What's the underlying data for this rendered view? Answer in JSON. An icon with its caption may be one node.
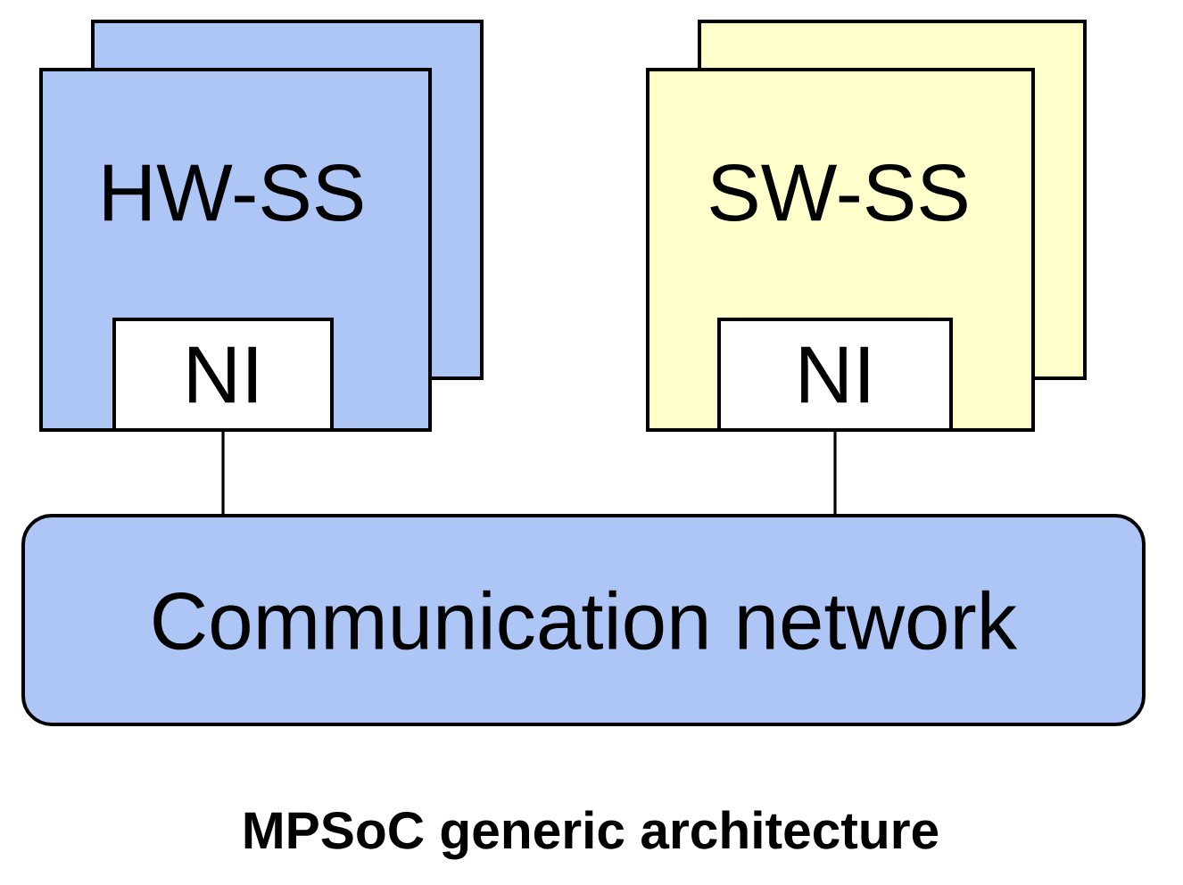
{
  "diagram": {
    "caption": "MPSoC generic architecture",
    "nodes": [
      {
        "text": [
          "HW-SS"
        ]
      },
      {
        "text": [
          "NI"
        ],
        "in": 0
      },
      {
        "text": [
          "SW-SS"
        ]
      },
      {
        "text": [
          "NI"
        ],
        "in": 2
      },
      {
        "text": [
          "Communication network"
        ]
      }
    ],
    "edges": [
      {
        "from": 1,
        "to": 4,
        "arrow": "none"
      },
      {
        "from": 3,
        "to": 4,
        "arrow": "none"
      }
    ]
  }
}
